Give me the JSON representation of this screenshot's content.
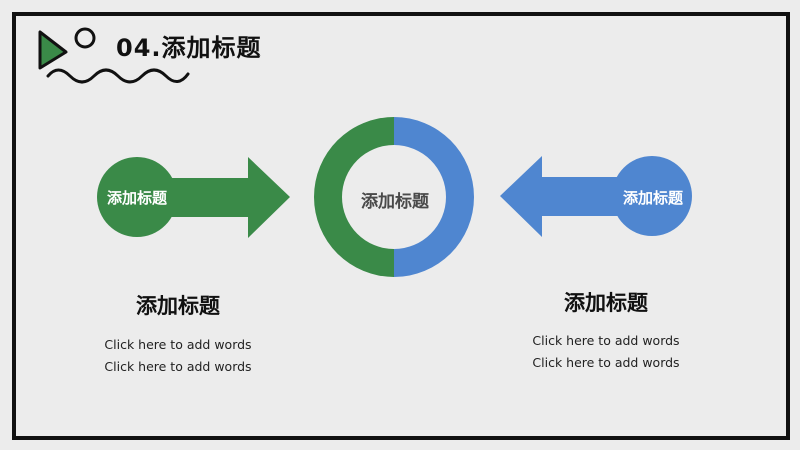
{
  "slide": {
    "title": "04.添加标题",
    "left": {
      "circle_label": "添加标题",
      "heading": "添加标题",
      "lines": [
        "Click here to add words",
        "Click here to add words"
      ]
    },
    "center": {
      "label": "添加标题"
    },
    "right": {
      "circle_label": "添加标题",
      "heading": "添加标题",
      "lines": [
        "Click here to add words",
        "Click here to add words"
      ]
    }
  },
  "colors": {
    "green": "#3a8a48",
    "blue": "#4f86d0",
    "frame": "#111111",
    "background": "#ececec"
  },
  "icons": [
    "triangle-icon",
    "circle-outline-icon",
    "wave-line-icon"
  ]
}
